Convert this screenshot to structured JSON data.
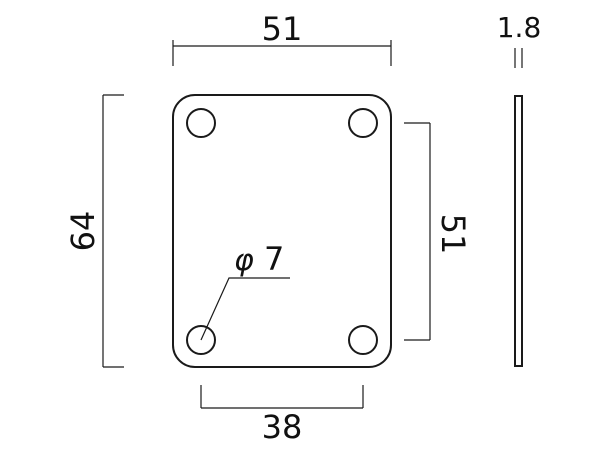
{
  "dimensions": {
    "plate_width": "51",
    "plate_height": "64",
    "hole_spacing_vertical": "51",
    "hole_spacing_horizontal": "38",
    "hole_diameter_symbol": "φ",
    "hole_diameter_value": "7",
    "plate_thickness": "1.8"
  },
  "colors": {
    "line": "#1a1a1a",
    "background": "#ffffff"
  }
}
